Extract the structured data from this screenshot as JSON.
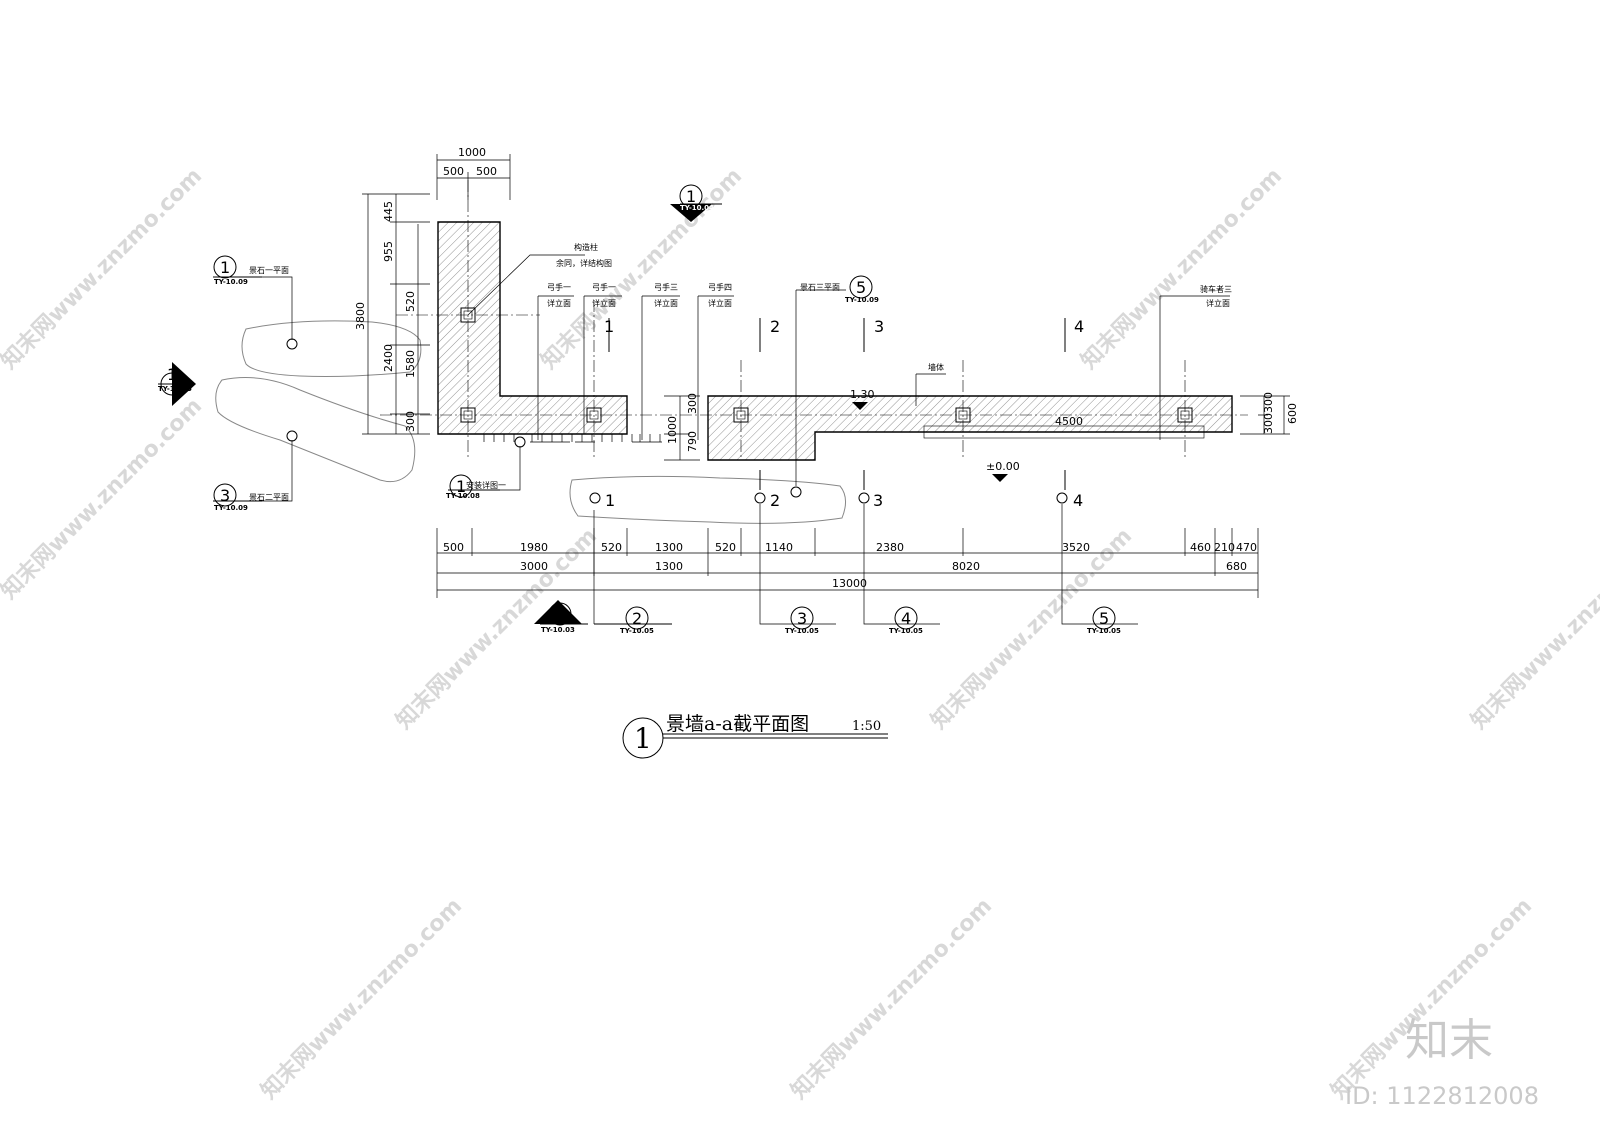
{
  "title": {
    "number": "1",
    "text": "景墙a-a截平面图",
    "scale": "1:50"
  },
  "top_dims": {
    "total": "1000",
    "left": "500",
    "right": "500"
  },
  "left_dims": {
    "total": "3800",
    "a": "445",
    "b": "955",
    "c": "2400",
    "d": "520",
    "e": "1580",
    "f": "300"
  },
  "right_dims": {
    "a": "300300",
    "b": "600"
  },
  "mid_dims": {
    "a": "300",
    "b": "1000",
    "c": "790",
    "d": "4500"
  },
  "bottom_row1": [
    "500",
    "1980",
    "520",
    "1300",
    "520",
    "1140",
    "2380",
    "3520",
    "460",
    "210",
    "470"
  ],
  "bottom_row2": [
    "3000",
    "1300",
    "8020",
    "680"
  ],
  "bottom_total": "13000",
  "levels": {
    "top": "1.30",
    "ground": "±0.00"
  },
  "grid_labels": [
    "1",
    "2",
    "3",
    "4"
  ],
  "callouts": {
    "col": {
      "line1": "构造柱",
      "line2": "余同，详结构图"
    },
    "bow1": {
      "line1": "弓手一",
      "line2": "详立面"
    },
    "bow2": {
      "line1": "弓手一",
      "line2": "详立面"
    },
    "bow3": {
      "line1": "弓手三",
      "line2": "详立面"
    },
    "bow4": {
      "line1": "弓手四",
      "line2": "详立面"
    },
    "stone3": {
      "text": "景石三平面"
    },
    "rider": {
      "line1": "骑车者三",
      "line2": "详立面"
    },
    "wall": {
      "text": "墙体"
    },
    "stone1": {
      "text": "景石一平面"
    },
    "stone2": {
      "text": "景石二平面"
    },
    "install": {
      "text": "安装详图一"
    }
  },
  "symbols": {
    "s_top": {
      "num": "1",
      "ref": "TY-10.04"
    },
    "s_stone1": {
      "num": "1",
      "ref": "TY-10.09"
    },
    "s_left": {
      "num": "1",
      "ref": "TY-10.05"
    },
    "s_stone2": {
      "num": "3",
      "ref": "TY-10.09"
    },
    "s_install": {
      "num": "1",
      "ref": "TY-10.08"
    },
    "s_stone3": {
      "num": "5",
      "ref": "TY-10.09"
    },
    "s_b1": {
      "num": "1",
      "ref": "TY-10.03"
    },
    "s_b2": {
      "num": "2",
      "ref": "TY-10.05"
    },
    "s_b3": {
      "num": "3",
      "ref": "TY-10.05"
    },
    "s_b4": {
      "num": "4",
      "ref": "TY-10.05"
    },
    "s_b5": {
      "num": "5",
      "ref": "TY-10.05"
    }
  },
  "watermark": {
    "text": "知末网www.znzmo.com",
    "brand": "知末",
    "id": "ID: 1122812008"
  }
}
